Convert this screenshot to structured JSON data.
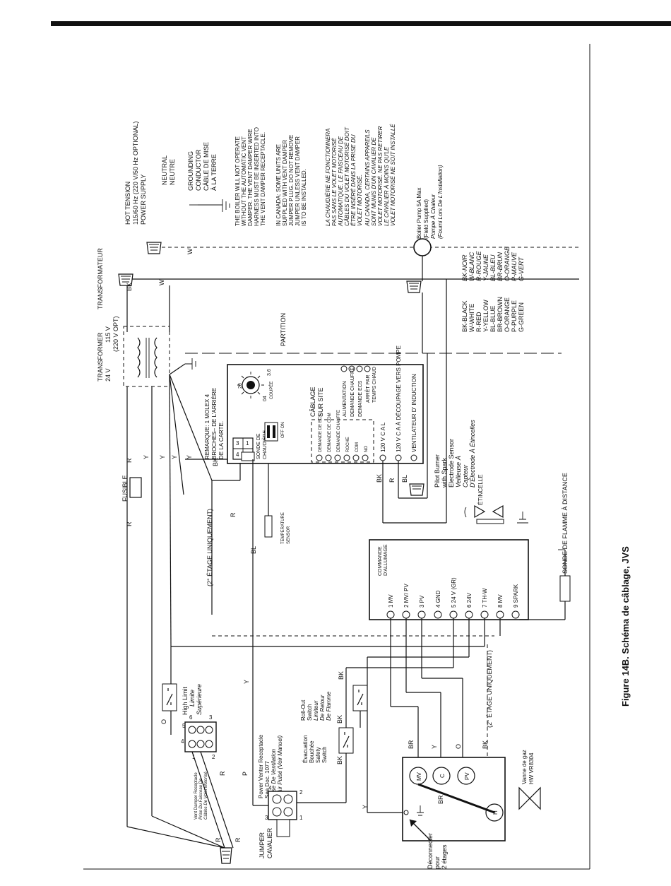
{
  "figure": {
    "caption": "Figure 14B. Schéma de câblage, JVS"
  },
  "power": {
    "hot_tension": "HOT   TENSION",
    "hot_spec": "115/60 Hz (220 V/50 Hz OPTIONAL)",
    "power_supply": "POWER SUPPLY",
    "neutral": "NEUTRAL",
    "neutre": "NEUTRE",
    "grounding_1": "GROUNDING",
    "grounding_2": "CONDUCTOR",
    "grounding_3": "CÂBLE DE MISE",
    "grounding_4": "À LA TERRE"
  },
  "notes": {
    "en_1": [
      "THE BOILER WILL NOT OPERATE",
      "WITHOUT THE AUTOMATIC VENT",
      "DAMPER. THE VENT DAMPER WIRE",
      "HARNESS MUST BE INSERTED INTO",
      "THE VENT DAMPER RECEPTACLE."
    ],
    "en_2": [
      "IN CANADA: SOME UNITS ARE",
      "SUPPLIED WITH VENT DAMPER",
      "JUMPER PLUG. DO NOT REMOVE",
      "JUMPER UNLESS VENT DAMPER",
      "IS TO BE INSTALLED."
    ],
    "fr_1": [
      "LA CHAUDIÈRE NE FONCTIONNERA",
      "PAS SANS LE VOLET MOTORISÉ",
      "AUTOMATIQUE. LE FAISCEAU DE",
      "CÂBLES DU VOLET MOTORISÉ DOIT",
      "ÊTRE INSÉRÉ DANS LA PRISE DU",
      "VOLET MOTORISÉ."
    ],
    "fr_2": [
      "AU CANADA, CERTAINS APPAREILS",
      "SONT MUNIS D'UN CAVALIER DE",
      "VOLET MOTORISÉ. NE PAS RETIRER",
      "LE CAVALIER À MOINS QU'LE",
      "VOLET MOTORISÉ NE SOIT INSTALLÉ"
    ]
  },
  "pump": {
    "line1": "Boiler Pump  5A Max",
    "line2": "(Field Supplied)",
    "line3": "Pompe À Chaleur",
    "line4": "(Fourni Lors De L'Installation)"
  },
  "legend": {
    "en": [
      "BK-BLACK",
      "W-WHITE",
      "R-RED",
      "Y-YELLOW",
      "BL-BLUE",
      "BR-BROWN",
      "O-ORANGE",
      "P-PURPLE",
      "G-GREEN"
    ],
    "fr": [
      "BK-NOIR",
      "W-BLANC",
      "R-ROUGE",
      "Y-JAUNE",
      "BL-BLEU",
      "BR-BRUN",
      "O-ORANGE",
      "P-MAUVE",
      "G-VERT"
    ]
  },
  "transformer": {
    "title_1": "TRANSFORMER",
    "title_2": "TRANSFORMATEUR",
    "v24": "24 V",
    "v115": "115 V",
    "v220": "(220 V OPT)"
  },
  "partition": "PARTITION",
  "fuse": "FUSIBLE",
  "board": {
    "remark_1": "REMARQUE: 1 MOLEX 4",
    "remark_2": "BROCHES– DE L'ARRIÈRE",
    "remark_3": "DE LA CARTE.",
    "sonde_1": "SONDE DE",
    "sonde_2": "CHAUDIÈRE",
    "offon": "OFF  ON",
    "dial_20": "20",
    "dial_04": "04",
    "dial_36": "3.6",
    "coupee": "COUPÉE",
    "cablage": "CÂBLAGE",
    "sur_site": "SUR SITE",
    "terms_left": [
      "DEMANDE DE ECS",
      "DEMANDE DE COM",
      "DEMANDE CHAUFFE",
      "ROCHE",
      "COM",
      "NO"
    ],
    "terms_right": [
      "ALIMENTATION",
      "DEMANDE CHAUFFE",
      "DEMANDE ECS",
      "ARRÊT PAR",
      "TEMPS CHAUD"
    ],
    "lower_1": "120 V C A  L",
    "lower_2": "120 V C A À  DÉCOUPAGE VERS POMPE",
    "lower_3": "VENTILATEUR D' INDUCTION"
  },
  "temp_sensor": [
    "TEMPERATURE",
    "SENSOR"
  ],
  "second_stage": "(2° ÉTAGE UNIQUEMENT)",
  "ignition": {
    "title_1": "COMMANDE",
    "title_2": "D'ALLUMAGE",
    "terminals": [
      "1 MV",
      "2 MV/ PV",
      "3 PV",
      "4 GND",
      "5 24 V (GR)",
      "6 24V",
      "7 TH-W",
      "8 MV",
      "9 SPARK"
    ]
  },
  "flame_sensor": "SONDE DE FLAMME À DISTANCE",
  "pilot": {
    "l1": "Pilot Burner",
    "l2": "with Spark",
    "l3": "Electrode Sensor",
    "l4": "Veilleuse À",
    "l5": "Capteur",
    "l6": "D'Électrode À Étincelles",
    "etincelle": "ÉTINCELLE"
  },
  "high_limit": {
    "l1": "High Limit",
    "l2": "Limite",
    "l3": "Supérieure"
  },
  "rollout": {
    "l1": "Roll-Out",
    "l2": "Switch",
    "l3": "Limiteur",
    "l4": "De Retour",
    "l5": "De Flamme"
  },
  "evac": {
    "l1": "Évacuation",
    "l2": "Bouchée",
    "l3": "Safety",
    "l4": "Switch"
  },
  "power_venter": {
    "l1": "Power Venter Receptacle",
    "l2": "See Doc. 1077",
    "l3": "Prise De Ventilation",
    "l4": "À Air Pulsé (Voir Manuel)"
  },
  "vent_damper": {
    "l1": "Vent Damper Receptacle",
    "l2": "Prise Du Faisceau De",
    "l3": "Câbles De Volet Motorisé"
  },
  "jumper": {
    "l1": "JUMPER",
    "l2": "CAVALIER"
  },
  "gas_valve": {
    "l1": "Vanne de gaz",
    "l2": "HW VR8304",
    "mv": "MV",
    "c": "C",
    "pv": "PV",
    "h": "H"
  },
  "disconnect": {
    "l1": "Déconnecter",
    "l2": "pour",
    "l3": "2 étages"
  },
  "wire_labels": {
    "BK": "BK",
    "W": "W",
    "R": "R",
    "Y": "Y",
    "BL": "BL",
    "BR": "BR",
    "O": "O",
    "P": "P",
    "pin1": "1",
    "pin2": "2",
    "pin3": "3",
    "pin4": "4",
    "pin5": "5",
    "pin6": "6"
  }
}
